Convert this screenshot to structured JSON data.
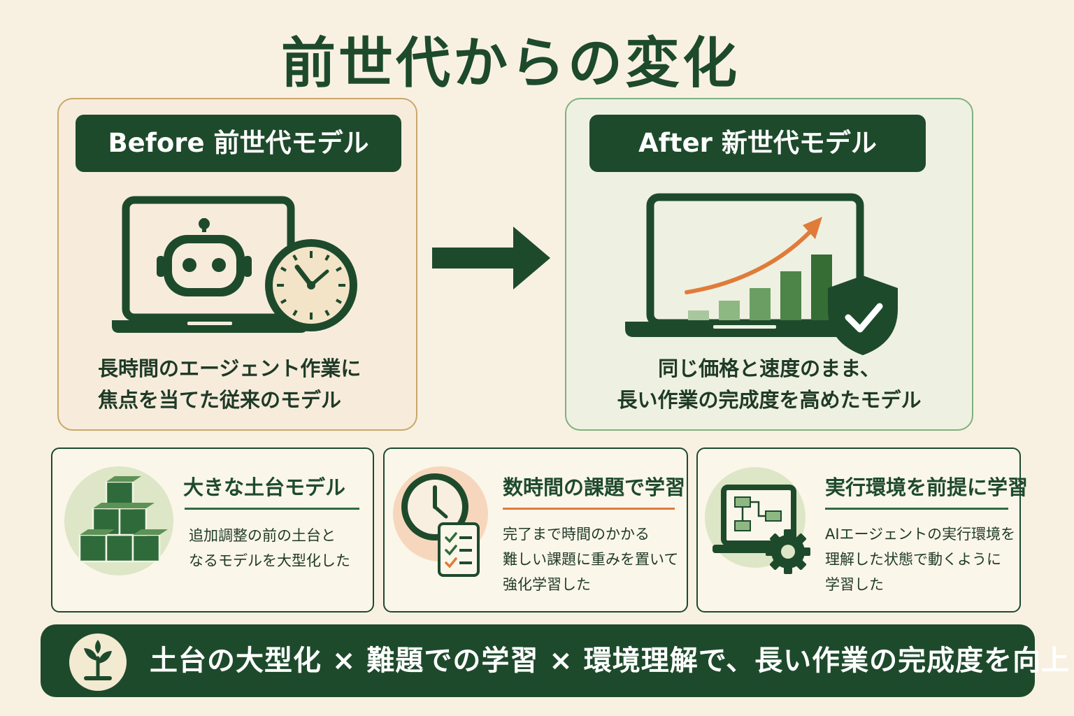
{
  "title": "前世代からの変化",
  "before": {
    "badge": "Before 前世代モデル",
    "description_line1": "長時間のエージェント作業に",
    "description_line2": "焦点を当てた従来のモデル",
    "icons": [
      "laptop-icon",
      "robot-icon",
      "clock-icon"
    ]
  },
  "after": {
    "badge": "After 新世代モデル",
    "description_line1": "同じ価格と速度のまま、",
    "description_line2": "長い作業の完成度を高めたモデル",
    "icons": [
      "laptop-icon",
      "growth-chart-icon",
      "shield-check-icon"
    ]
  },
  "arrow_icon": "arrow-right-icon",
  "cards": [
    {
      "title": "大きな土台モデル",
      "body_lines": [
        "追加調整の前の土台と",
        "なるモデルを大型化した"
      ],
      "icon": "stacked-cubes-icon",
      "accent": "#2f6b3a"
    },
    {
      "title": "数時間の課題で学習",
      "body_lines": [
        "完了まで時間のかかる",
        "難しい課題に重みを置いて",
        "強化学習した"
      ],
      "icon": "clock-checklist-icon",
      "accent": "#e07b3a"
    },
    {
      "title": "実行環境を前提に学習",
      "body_lines": [
        "AIエージェントの実行環境を",
        "理解した状態で動くように",
        "学習した"
      ],
      "icon": "laptop-flow-gear-icon",
      "accent": "#2f6b3a"
    }
  ],
  "banner": {
    "text": "土台の大型化 × 難題での学習 × 環境理解で、長い作業の完成度を向上",
    "icon": "sprout-icon"
  },
  "colors": {
    "dark_green": "#1e4a2c",
    "orange": "#e07b3a",
    "background": "#f8f1e2"
  }
}
